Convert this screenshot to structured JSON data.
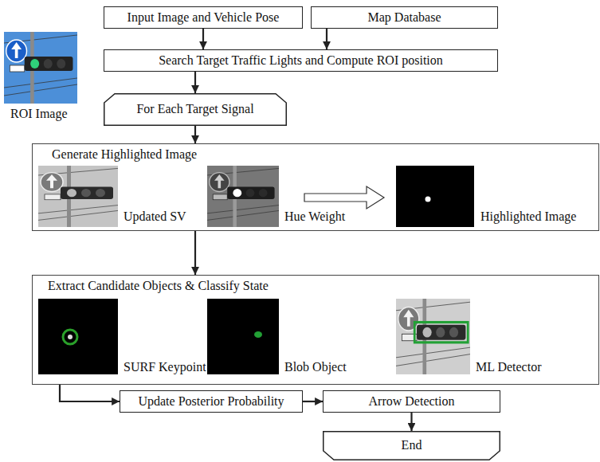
{
  "diagram": {
    "nodes": [
      {
        "text": [
          "Input Image and Vehicle Pose"
        ]
      },
      {
        "text": [
          "Map Database"
        ]
      },
      {
        "text": [
          "Search Target Traffic Lights and Compute ROI position"
        ]
      },
      {
        "text": [
          "For Each Target Signal"
        ]
      },
      {
        "text": [
          "Generate Highlighted Image"
        ]
      },
      {
        "text": [
          "Extract Candidate Objects & Classify State"
        ]
      },
      {
        "text": [
          "Update Posterior Probability"
        ]
      },
      {
        "text": [
          "Arrow Detection"
        ]
      },
      {
        "text": [
          "End"
        ]
      }
    ],
    "edges": [
      {
        "from": 0,
        "to": 2,
        "arrow": "to"
      },
      {
        "from": 1,
        "to": 2,
        "arrow": "to"
      },
      {
        "from": 2,
        "to": 3,
        "arrow": "to"
      },
      {
        "from": 3,
        "to": 4,
        "arrow": "to"
      },
      {
        "from": 4,
        "to": 5,
        "arrow": "to"
      },
      {
        "from": 5,
        "to": 6,
        "arrow": "to"
      },
      {
        "from": 6,
        "to": 7,
        "arrow": "to"
      },
      {
        "from": 7,
        "to": 8,
        "arrow": "to"
      }
    ],
    "labels": [
      "ROI Image",
      "Updated SV",
      "Hue Weight",
      "Highlighted Image",
      "SURF Keypoint",
      "Blob Object",
      "ML Detector"
    ]
  }
}
